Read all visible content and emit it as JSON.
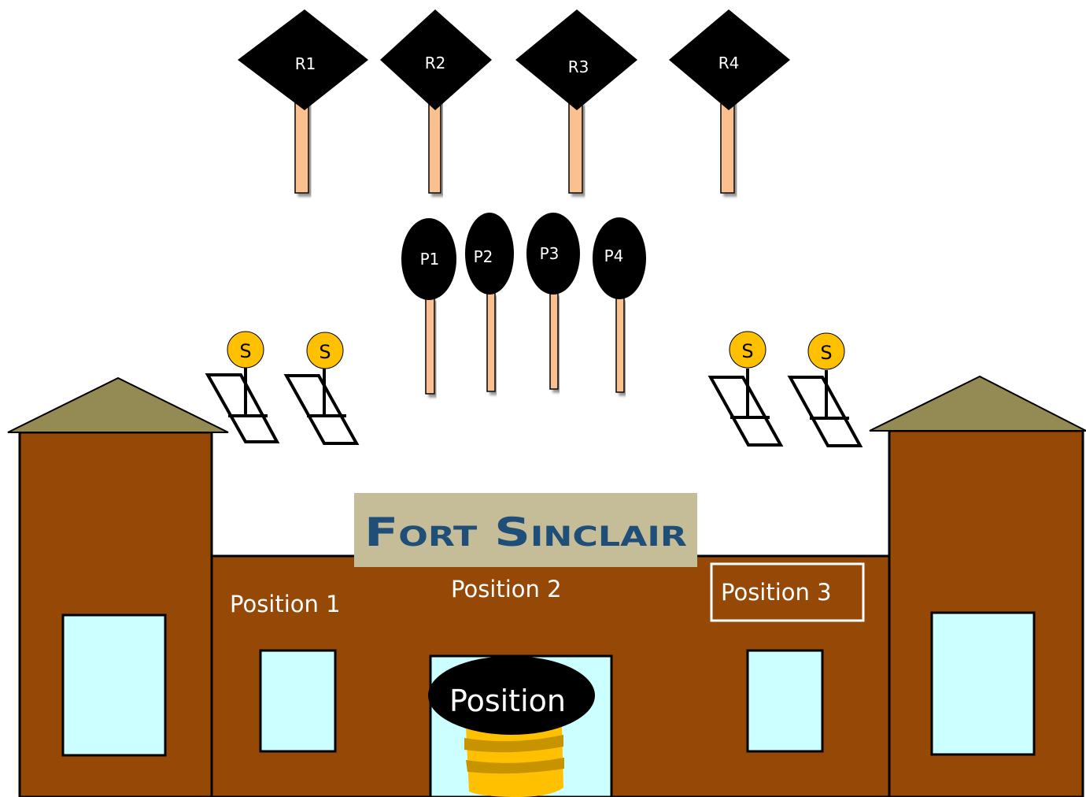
{
  "colors": {
    "brick": "#964907",
    "roof": "#948a54",
    "window": "#ccffff",
    "stick": "#fac090",
    "coin": "#ffc000",
    "sign_bg": "#c4bd97",
    "sign_text": "#1f4e79",
    "dark": "#000000",
    "light_text": "#ffffff"
  },
  "sign": {
    "title": "Fort Sinclair"
  },
  "positions": {
    "p1": "Position 1",
    "p2": "Position 2",
    "p3": "Position 3",
    "center": "Position"
  },
  "r_signs": [
    {
      "label": "R1",
      "icon": "diamond-signpost"
    },
    {
      "label": "R2",
      "icon": "diamond-signpost"
    },
    {
      "label": "R3",
      "icon": "diamond-signpost"
    },
    {
      "label": "R4",
      "icon": "diamond-signpost"
    }
  ],
  "p_signs": [
    {
      "label": "P1",
      "icon": "oval-signpost"
    },
    {
      "label": "P2",
      "icon": "oval-signpost"
    },
    {
      "label": "P3",
      "icon": "oval-signpost"
    },
    {
      "label": "P4",
      "icon": "oval-signpost"
    }
  ],
  "s_items": [
    {
      "label": "S",
      "icon": "coin-trap"
    },
    {
      "label": "S",
      "icon": "coin-trap"
    },
    {
      "label": "S",
      "icon": "coin-trap"
    },
    {
      "label": "S",
      "icon": "coin-trap"
    }
  ]
}
